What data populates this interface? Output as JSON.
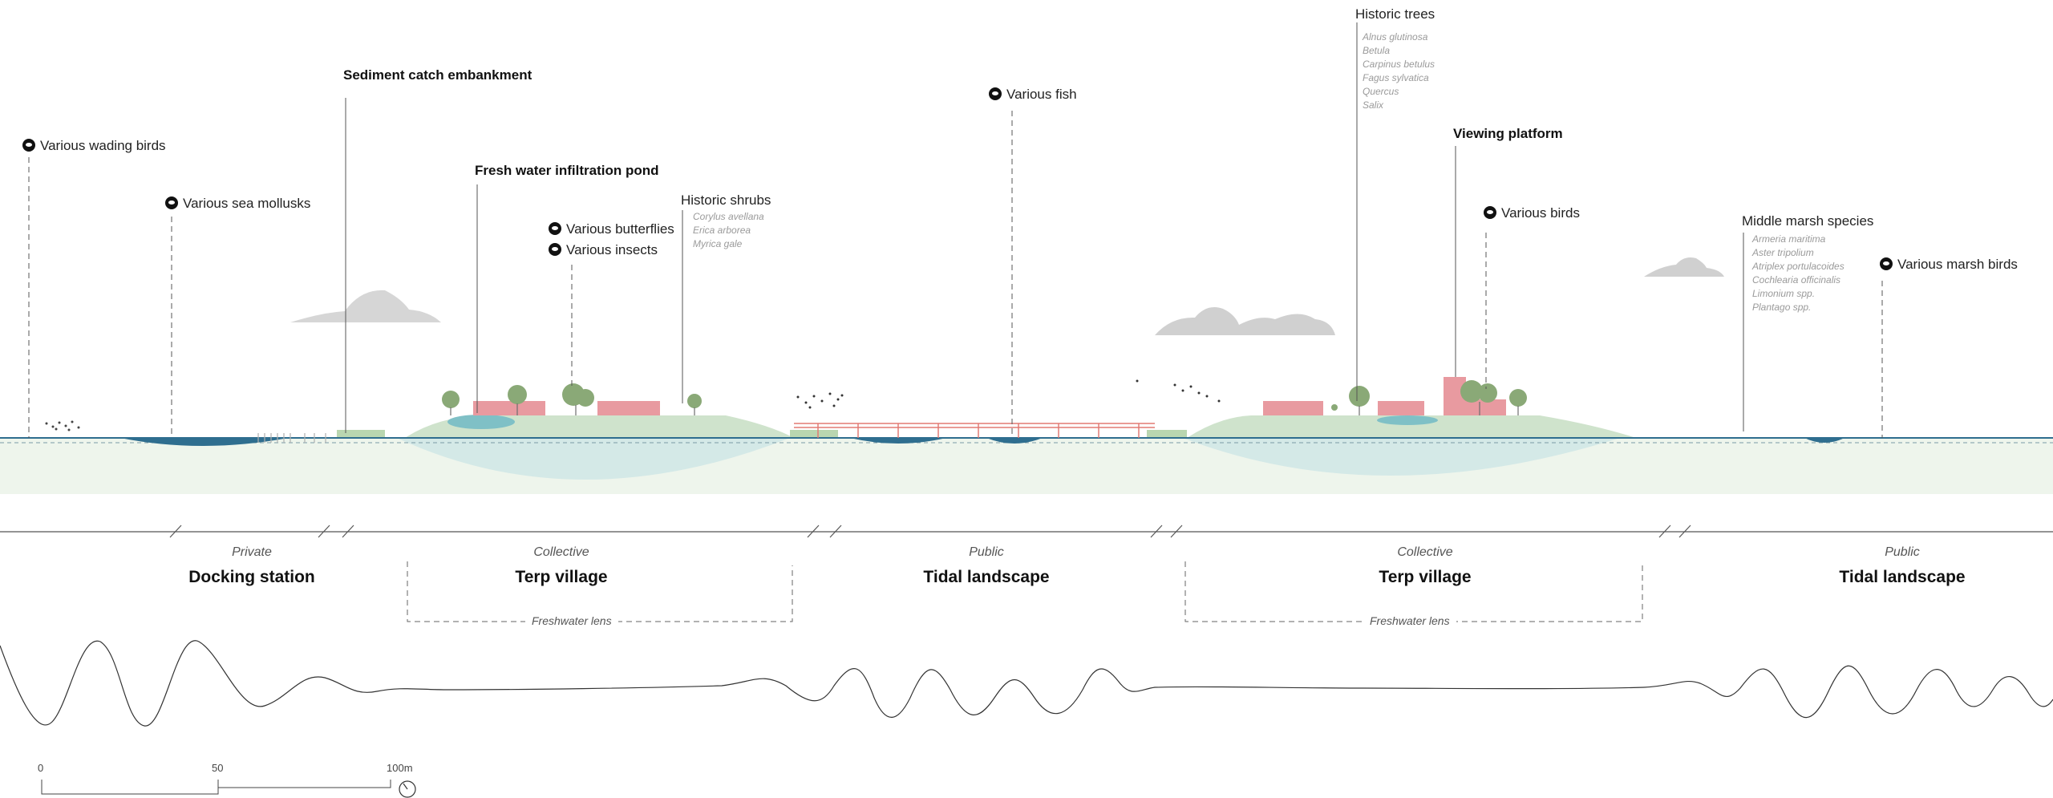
{
  "callouts": {
    "wading_birds": "Various wading birds",
    "sea_mollusks": "Various sea mollusks",
    "sediment": "Sediment catch embankment",
    "pond": "Fresh water infiltration pond",
    "butterflies": "Various butterflies",
    "insects": "Various insects",
    "historic_shrubs": "Historic shrubs",
    "shrubs_list": [
      "Corylus avellana",
      "Erica arborea",
      "Myrica gale"
    ],
    "fish": "Various fish",
    "historic_trees": "Historic trees",
    "trees_list": [
      "Alnus glutinosa",
      "Betula",
      "Carpinus betulus",
      "Fagus sylvatica",
      "Quercus",
      "Salix"
    ],
    "viewing": "Viewing platform",
    "birds": "Various birds",
    "middle_marsh": "Middle marsh species",
    "marsh_list": [
      "Armeria maritima",
      "Aster tripolium",
      "Atriplex portulacoides",
      "Cochlearia officinalis",
      "Limonium spp.",
      "Plantago spp."
    ],
    "marsh_birds": "Various marsh birds"
  },
  "zones": [
    {
      "type": "Private",
      "name": "Docking station"
    },
    {
      "type": "Collective",
      "name": "Terp village"
    },
    {
      "type": "Public",
      "name": "Tidal landscape"
    },
    {
      "type": "Collective",
      "name": "Terp village"
    },
    {
      "type": "Public",
      "name": "Tidal landscape"
    }
  ],
  "lenses": [
    "Freshwater lens",
    "Freshwater lens"
  ],
  "scale": {
    "ticks": [
      "0",
      "50",
      "100m"
    ]
  },
  "icons": [
    "bird-icon",
    "mollusk-icon",
    "butterfly-icon",
    "insect-icon",
    "fish-icon",
    "marsh-bird-icon",
    "north-arrow-icon"
  ],
  "colors": {
    "water": "#2f6e8f",
    "lens": "#cfe6e6",
    "land": "#cfe3cc",
    "building": "#e89aa0",
    "tree": "#8aa977",
    "cloud": "#b5b5b5"
  }
}
